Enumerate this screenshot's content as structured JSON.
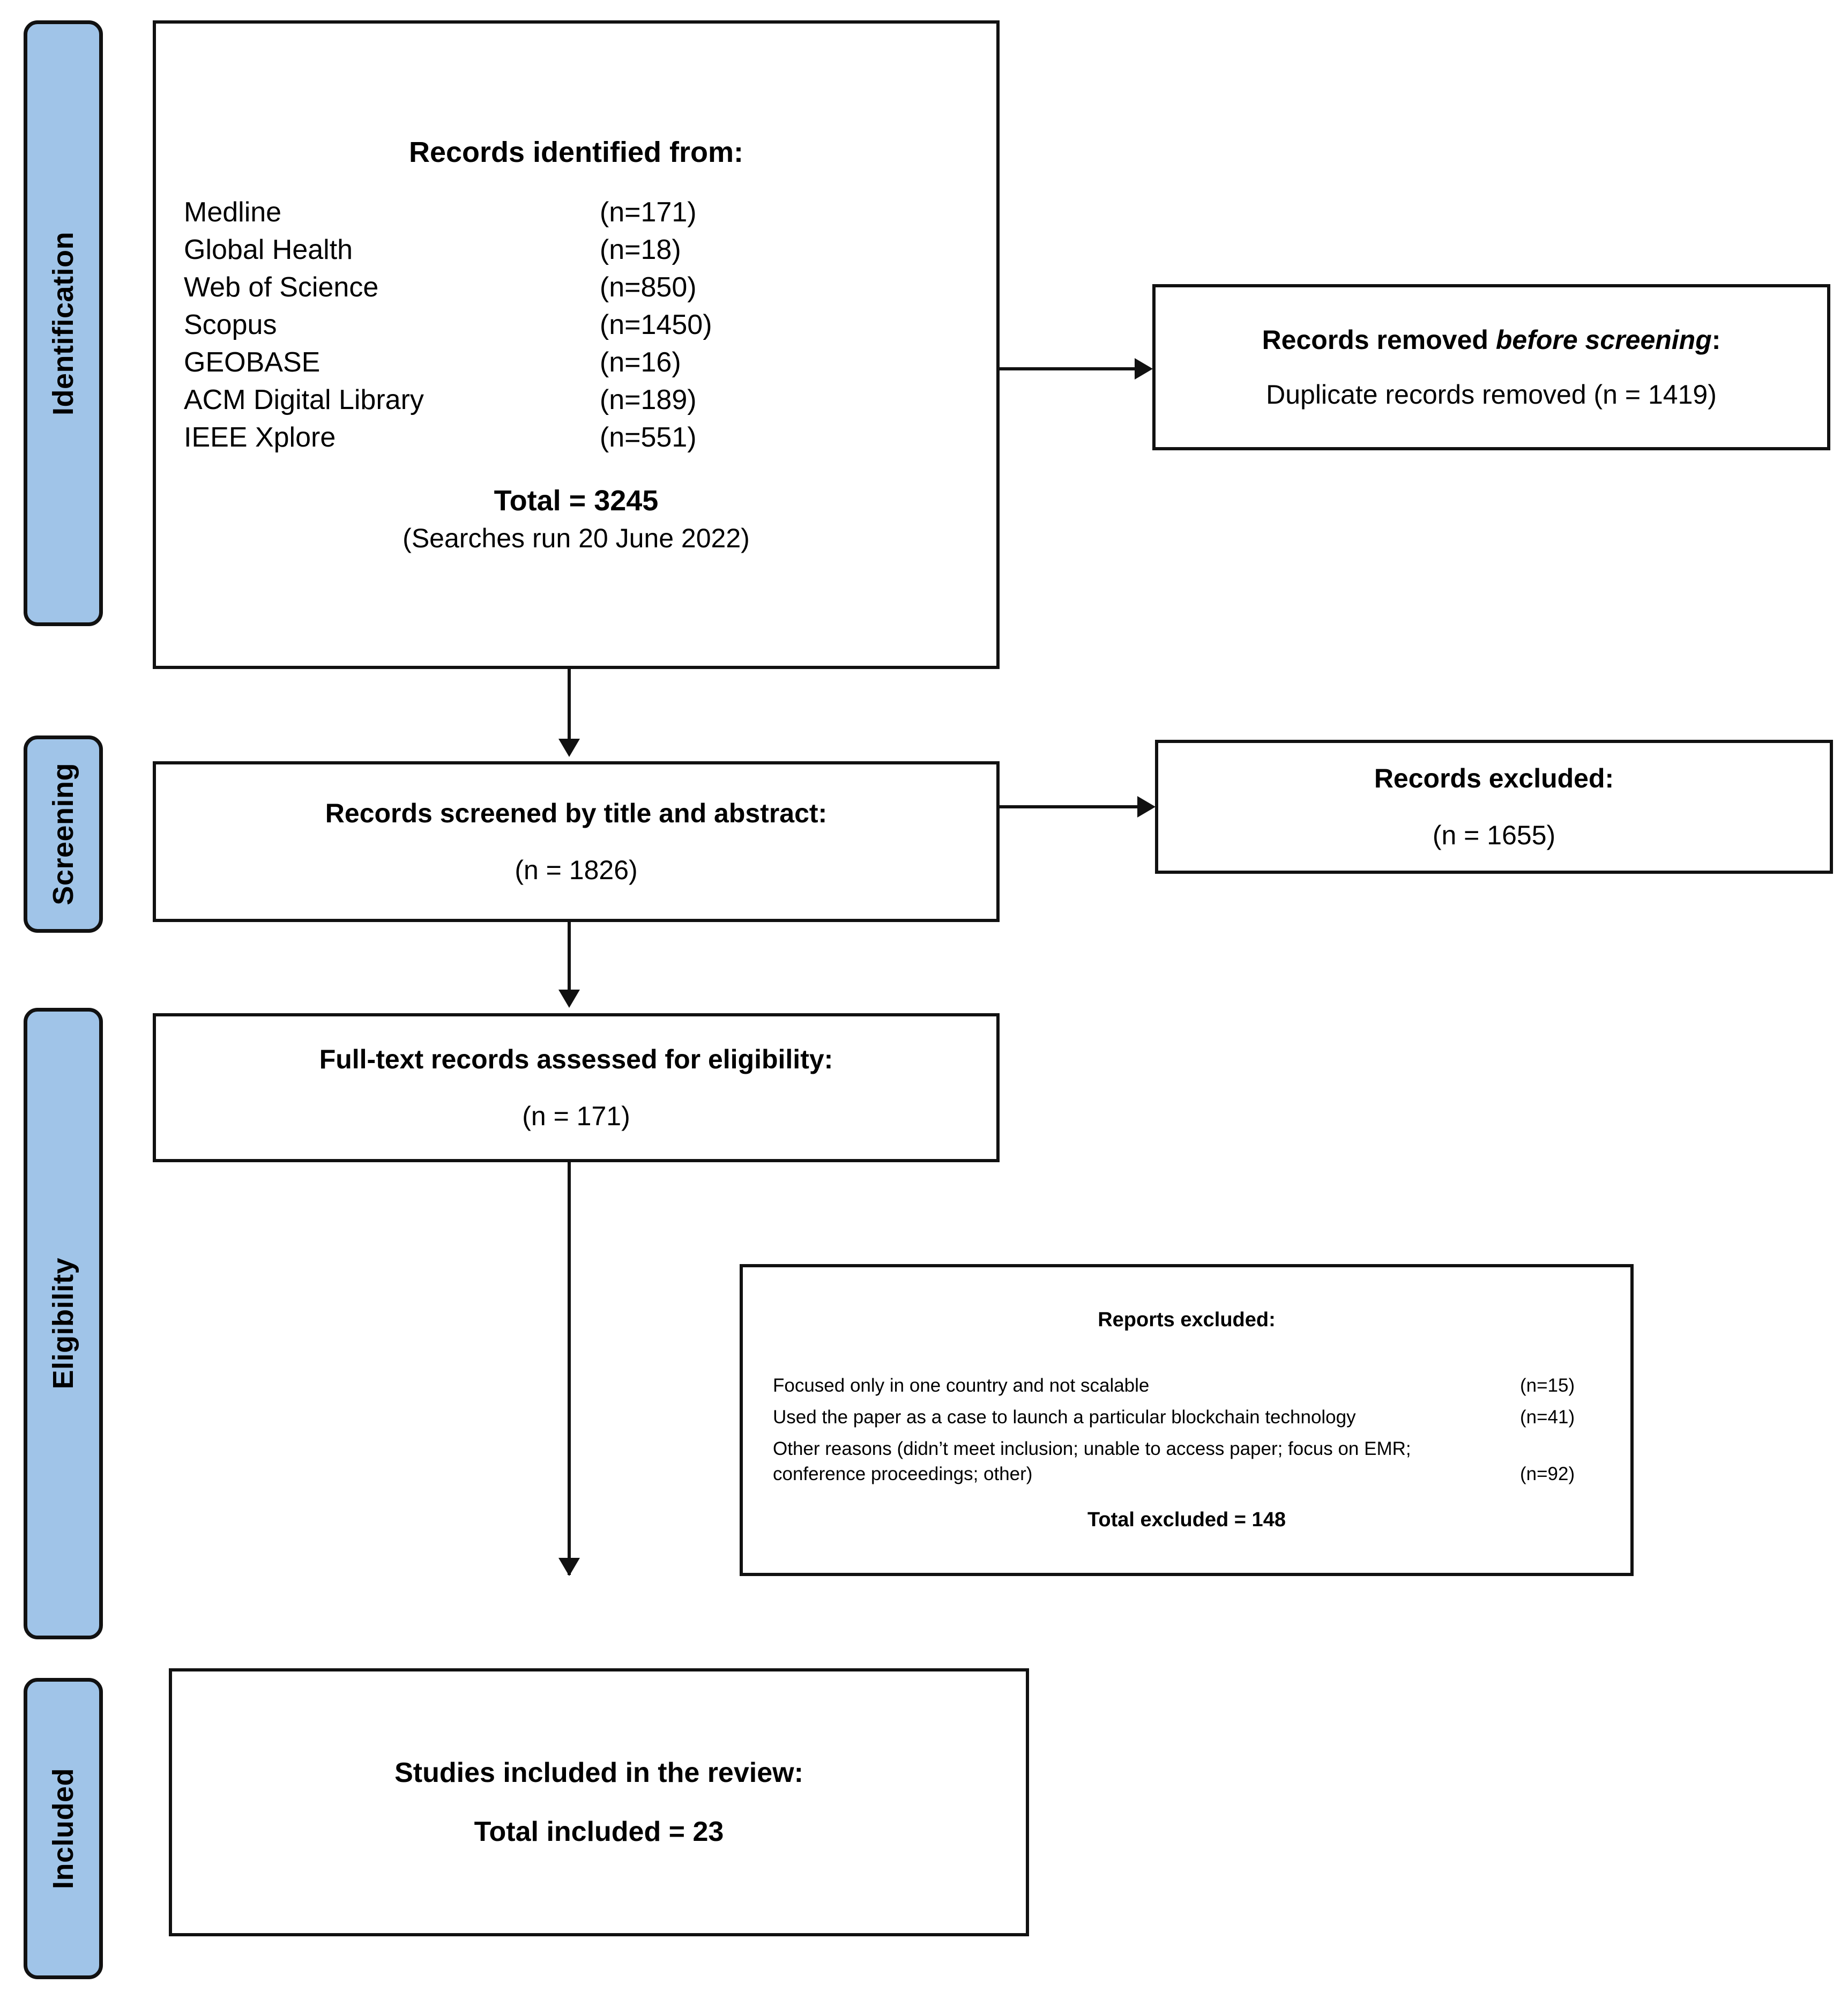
{
  "stages": [
    {
      "label": "Identification"
    },
    {
      "label": "Screening"
    },
    {
      "label": "Eligibility"
    },
    {
      "label": "Included"
    }
  ],
  "identification_box": {
    "title": "Records identified from:",
    "sources": [
      {
        "name": "Medline",
        "count": "(n=171)"
      },
      {
        "name": "Global Health",
        "count": "(n=18)"
      },
      {
        "name": "Web of Science",
        "count": "(n=850)"
      },
      {
        "name": "Scopus",
        "count": "(n=1450)"
      },
      {
        "name": "GEOBASE",
        "count": "(n=16)"
      },
      {
        "name": "ACM Digital Library",
        "count": "(n=189)"
      },
      {
        "name": "IEEE Xplore",
        "count": "(n=551)"
      }
    ],
    "total": "Total = 3245",
    "dates": "(Searches run 20 June 2022)"
  },
  "removed_box": {
    "title_prefix": "Records removed ",
    "title_emphasis": "before screening",
    "title_suffix": ":",
    "detail": "Duplicate records removed (n = 1419)"
  },
  "screened_box": {
    "title": "Records screened by title and abstract:",
    "count": "(n = 1826)"
  },
  "records_excluded_box": {
    "title": "Records excluded:",
    "count": "(n = 1655)"
  },
  "fulltext_box": {
    "title": "Full-text records assessed for eligibility:",
    "count": "(n = 171)"
  },
  "reports_excluded_box": {
    "title": "Reports excluded:",
    "reasons": [
      {
        "reason": "Focused only in one country and not scalable",
        "count": "(n=15)"
      },
      {
        "reason": "Used the paper as a case to launch a particular blockchain technology",
        "count": "(n=41)"
      },
      {
        "reason": "Other reasons (didn’t meet inclusion; unable to access paper; focus on EMR; conference proceedings; other)",
        "count": "(n=92)"
      }
    ],
    "total": "Total excluded = 148"
  },
  "included_box": {
    "title": "Studies included in the review:",
    "total": "Total included = 23"
  },
  "colors": {
    "stage_fill": "#a0c4e8",
    "stroke": "#111111",
    "background": "#ffffff"
  }
}
